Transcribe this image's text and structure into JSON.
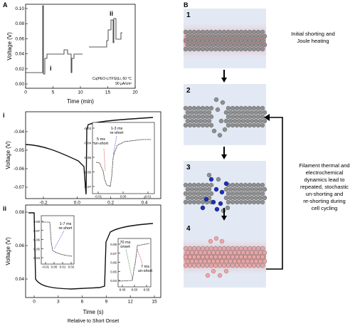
{
  "panel_a": {
    "letter": "A",
    "ylabel": "Voltage (V)",
    "xlabel": "Time (min)",
    "yticks": [
      "0.10",
      "0.08",
      "0.06",
      "0.04",
      "0.02",
      "0.00"
    ],
    "xticks": [
      "0",
      "5",
      "10",
      "15",
      "20"
    ],
    "marker_i": "i",
    "marker_ii": "ii",
    "condition_line1": "Cu|PEO-LiTFSI|Li, 60 °C",
    "condition_line2": "90 μA/cm²"
  },
  "panel_i": {
    "label": "i",
    "ylabel": "Voltage (V)",
    "yticks": [
      "-0.04",
      "-0.05",
      "-0.06",
      "-0.07"
    ],
    "xticks": [
      "-0.2",
      "0.0",
      "0.2",
      "0.4"
    ],
    "inset": {
      "yticks": [
        "-0.03",
        "-0.04",
        "-0.05",
        "-0.06",
        "-0.07"
      ],
      "xticks": [
        "-0.01",
        "0.00",
        "0.01"
      ],
      "reshort": "1-3 ms\nre-short",
      "unshort": "5 ms\nun-short"
    }
  },
  "panel_ii": {
    "label": "ii",
    "ylabel": "Voltage (V)",
    "xlabel": "Time (s)",
    "xsublabel": "Relative to Short Onset",
    "yticks": [
      "0.08",
      "0.06",
      "0.04"
    ],
    "xticks": [
      "0",
      "3",
      "6",
      "9",
      "12",
      "15"
    ],
    "inset_left": {
      "yticks": [
        "0.08",
        "0.07",
        "0.06",
        "0.05",
        "0.04"
      ],
      "xticks": [
        "-0.01",
        "0.00",
        "0.01",
        "0.02"
      ],
      "reshort": "1-7 ms\nre-short"
    },
    "inset_right": {
      "yticks": [
        "0.08",
        "0.07",
        "0.06",
        "0.05",
        "0.04"
      ],
      "xticks": [
        "8.45",
        "8.50",
        "8.55"
      ],
      "onset": "70 ms\nonset",
      "unshort": "7 ms\nun-short"
    }
  },
  "panel_b": {
    "letter": "B",
    "steps": [
      {
        "num": "1",
        "text": "Initial shorting and\nJoule heating"
      },
      {
        "num": "2",
        "text": ""
      },
      {
        "num": "3",
        "text": ""
      },
      {
        "num": "4",
        "text": ""
      }
    ],
    "side_text": "Filament thermal and\nelectrochemical\ndynamics lead to\nrepeated, stochastic\nun-shorting and\nre-shorting during\ncell cycling"
  },
  "colors": {
    "panel_bg": "#e3e9f4",
    "atom_gray": "#8f8f8f",
    "atom_blue": "#1a2fbf",
    "atom_pink": "#e8a6a6",
    "heat_red": "#e24848",
    "reshort_blue": "#2a3ad8",
    "unshort_red": "#d8201e",
    "onset_green": "#17881d"
  }
}
